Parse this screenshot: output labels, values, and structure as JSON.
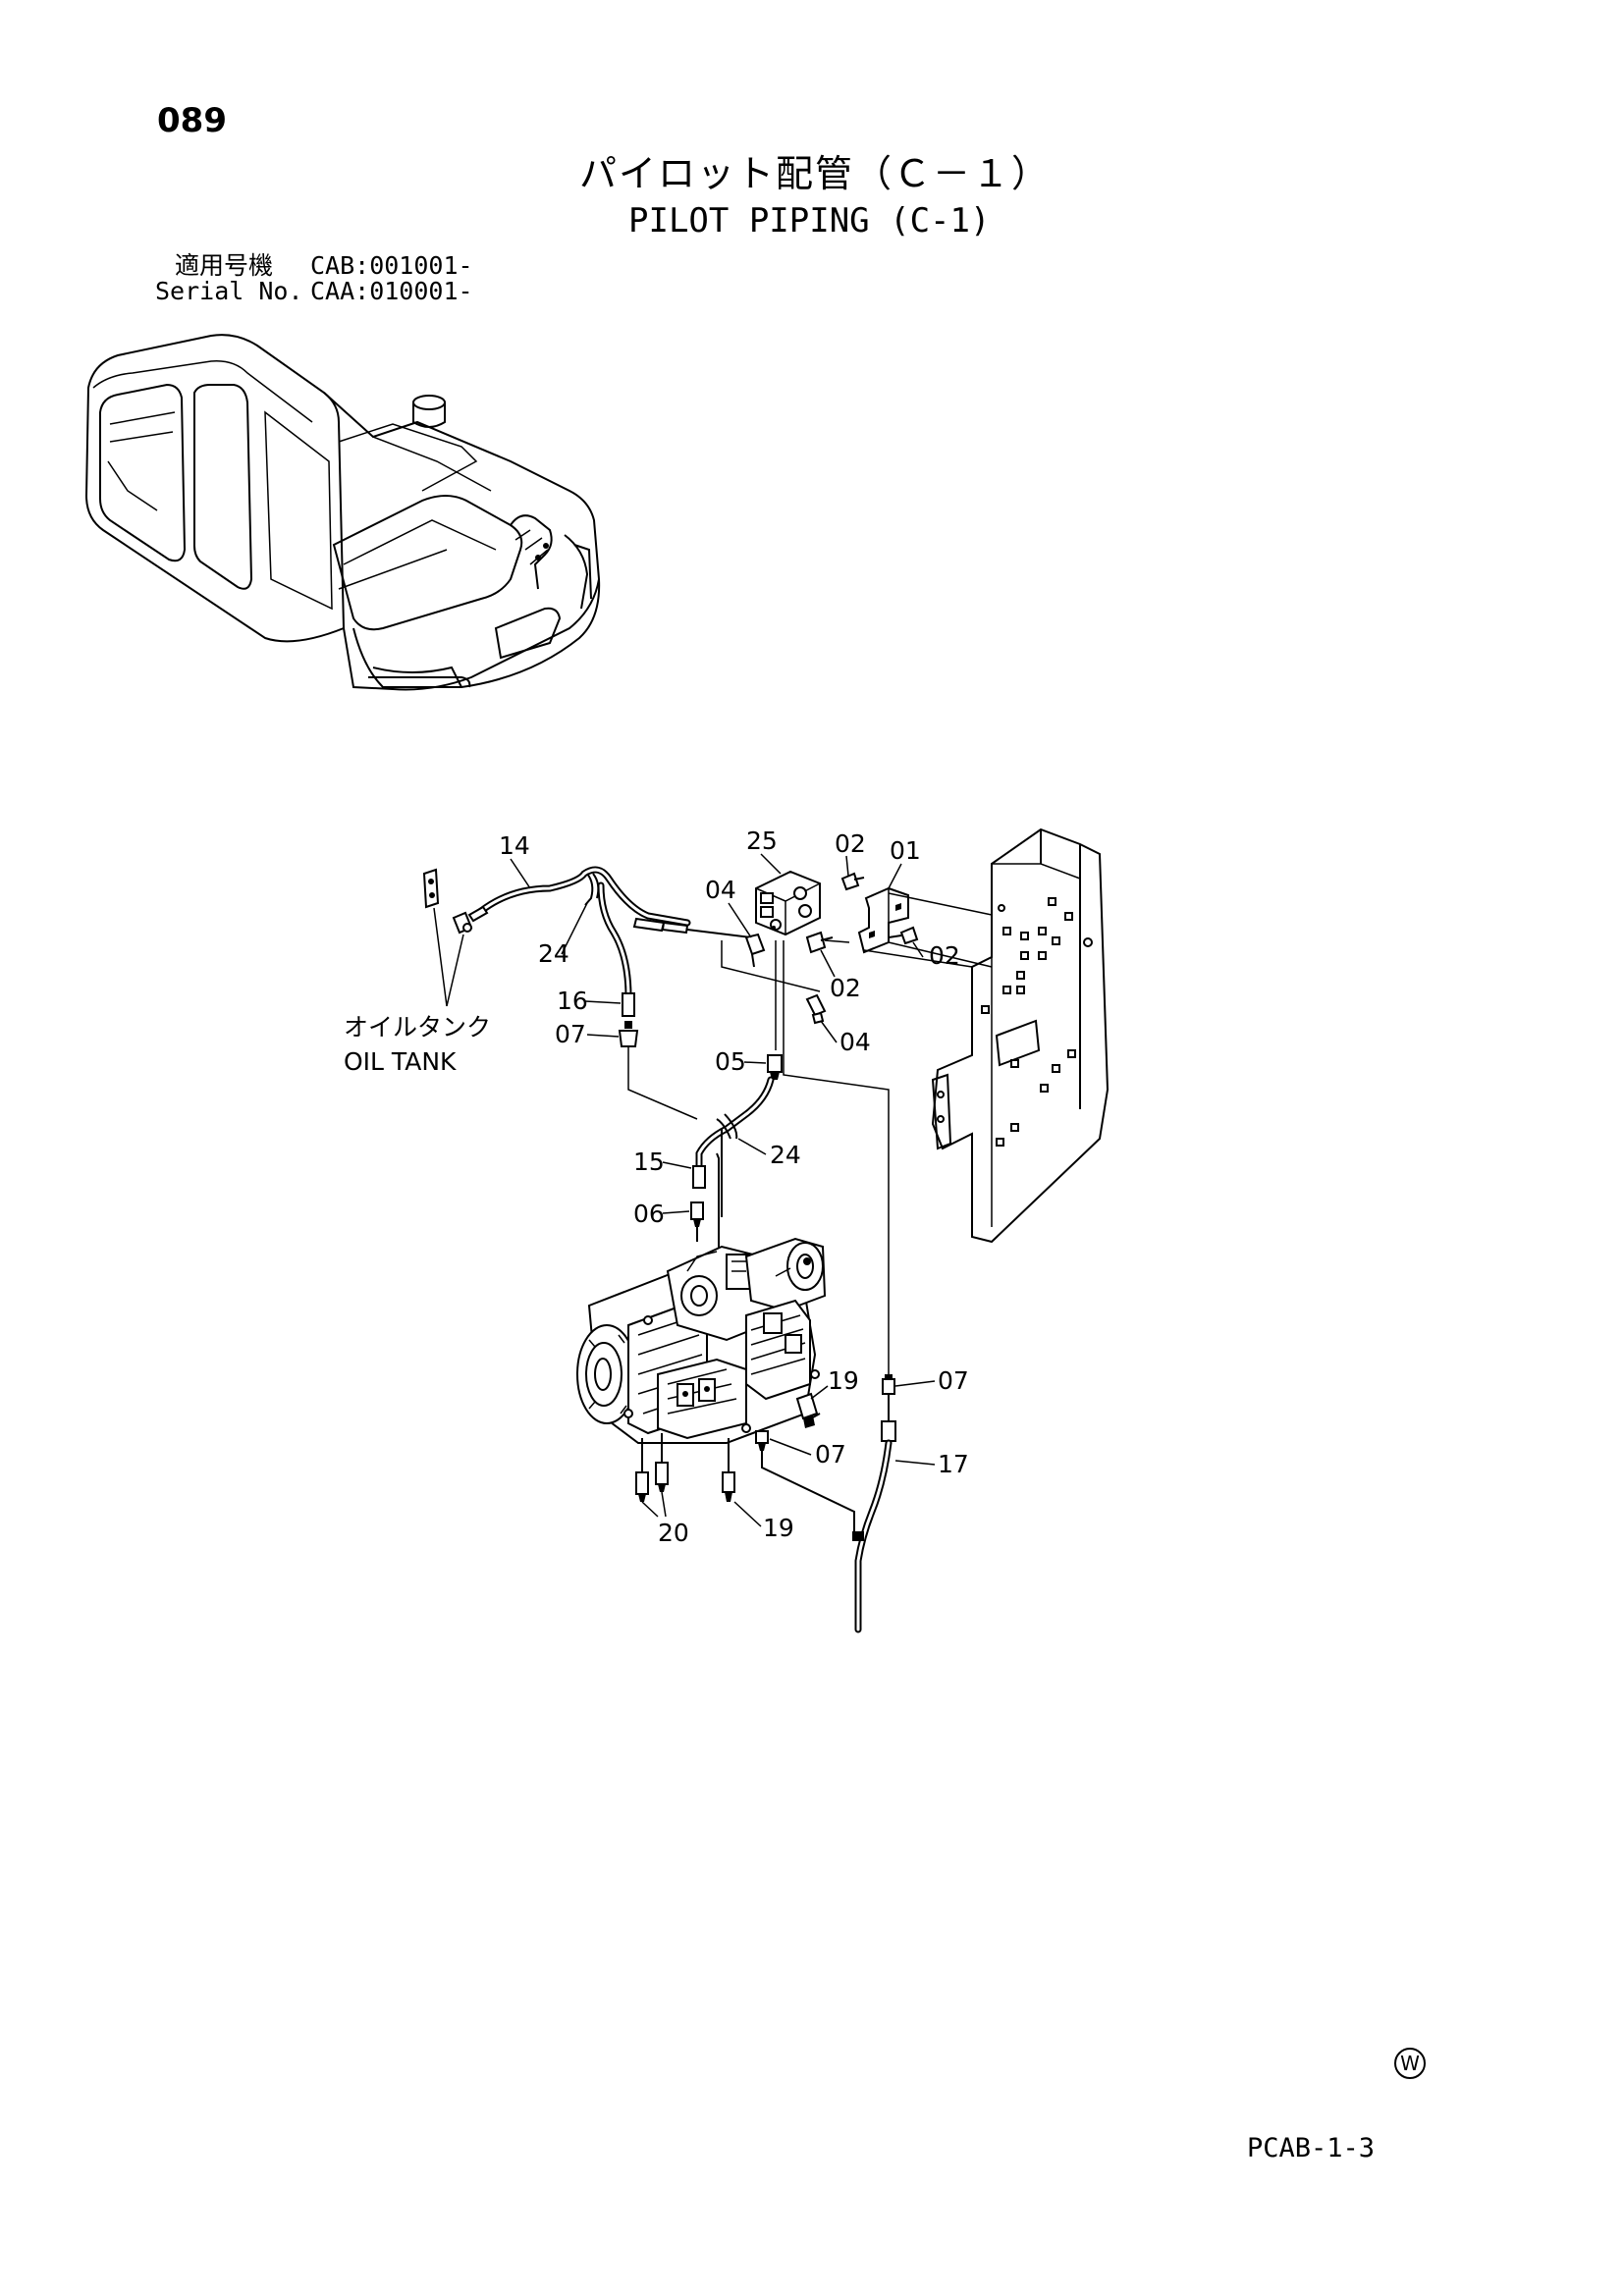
{
  "header": {
    "page_number": "089",
    "title_ja": "パイロット配管（Ｃ－１）",
    "title_en": "PILOT PIPING (C-1)",
    "applicable_label": "適用号機",
    "applicable_value": "CAB:001001-",
    "serial_label": "Serial No.",
    "serial_value": "CAA:010001-"
  },
  "diagram": {
    "oil_tank_label_ja": "オイルタンク",
    "oil_tank_label_en": "OIL TANK",
    "callouts": {
      "c14": "14",
      "c25": "25",
      "c02a": "02",
      "c01": "01",
      "c04a": "04",
      "c24a": "24",
      "c02b": "02",
      "c02c": "02",
      "c16": "16",
      "c04b": "04",
      "c07a": "07",
      "c05": "05",
      "c24b": "24",
      "c15": "15",
      "c06": "06",
      "c19a": "19",
      "c07b": "07",
      "c07c": "07",
      "c17": "17",
      "c20": "20",
      "c19b": "19"
    }
  },
  "footer": {
    "mark": "W",
    "page_code": "PCAB-1-3"
  }
}
